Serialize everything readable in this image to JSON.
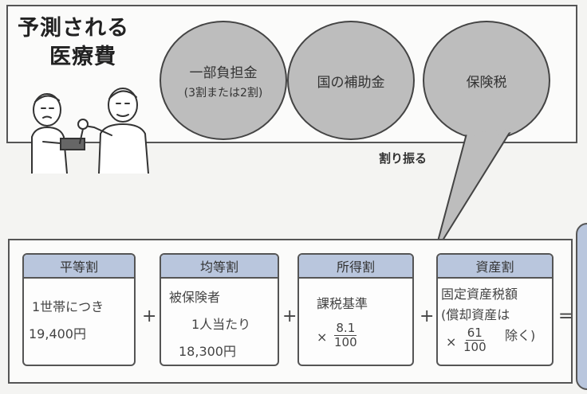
{
  "title": {
    "line1": "予測される",
    "line2": "医療費"
  },
  "circles": [
    {
      "label": "一部負担金",
      "sub": "(3割または2割)"
    },
    {
      "label": "国の補助金",
      "sub": ""
    },
    {
      "label": "保険税",
      "sub": ""
    }
  ],
  "allocate_label": "割り振る",
  "cards": [
    {
      "header": "平等割",
      "line1": "1世帯につき",
      "line2": "19,400円"
    },
    {
      "header": "均等割",
      "line1": "被保険者",
      "line2": "1人当たり",
      "line3": "18,300円"
    },
    {
      "header": "所得割",
      "line1": "課税基準",
      "times": "×",
      "num": "8.1",
      "den": "100"
    },
    {
      "header": "資産割",
      "line1": "固定資産税額",
      "line2": "(償却資産は",
      "times": "×",
      "num": "61",
      "den": "100",
      "tail": "除く)"
    }
  ],
  "operators": {
    "plus": "+",
    "equals": "="
  },
  "colors": {
    "card_header": "#b9c6dd",
    "circle": "#bdbdbd",
    "outline": "#555555"
  }
}
